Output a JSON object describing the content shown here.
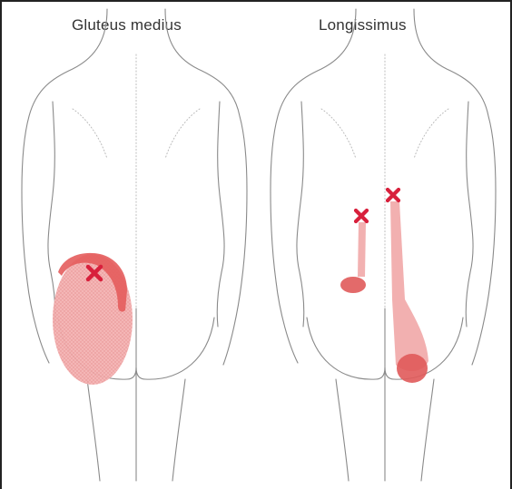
{
  "figures": [
    {
      "id": "left",
      "label": "Gluteus medius"
    },
    {
      "id": "right",
      "label": "Longissimus"
    }
  ],
  "colors": {
    "pain_zone": "#f1a9a9",
    "pain_zone_dark": "#e05a5a",
    "trigger_point": "#d8203c",
    "outline": "#8a8a8a"
  },
  "icons": {
    "trigger_point": "cross-mark-icon"
  }
}
